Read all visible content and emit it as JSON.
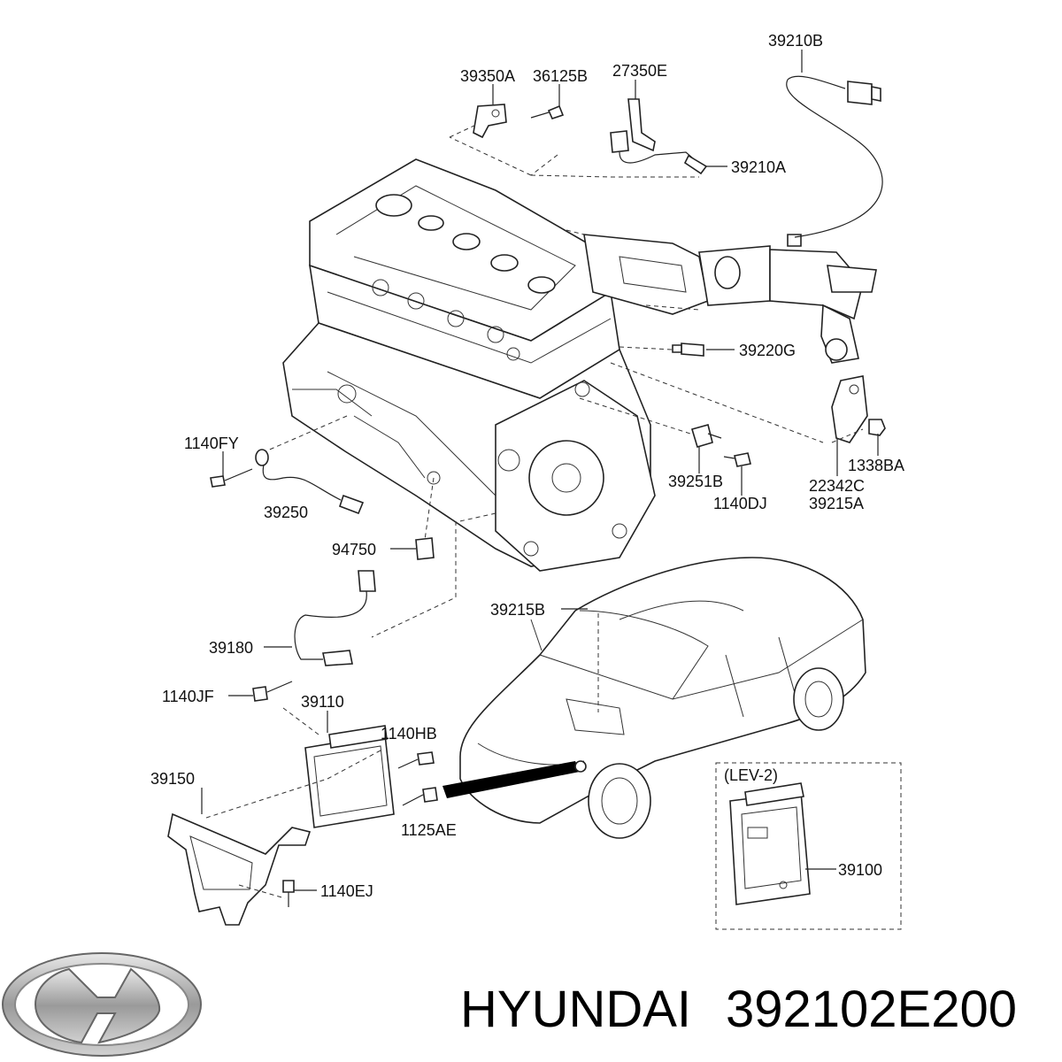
{
  "part_labels": {
    "p39210B": "39210B",
    "p39350A": "39350A",
    "p36125B": "36125B",
    "p27350E": "27350E",
    "p39210A": "39210A",
    "p39220G": "39220G",
    "p1140FY": "1140FY",
    "p39250": "39250",
    "p1338BA": "1338BA",
    "p39251B": "39251B",
    "p22342C": "22342C",
    "p1140DJ": "1140DJ",
    "p39215A": "39215A",
    "p94750": "94750",
    "p39215B": "39215B",
    "p39180": "39180",
    "p1140JF": "1140JF",
    "p39110": "39110",
    "p1140HB": "1140HB",
    "p39150": "39150",
    "p1125AE": "1125AE",
    "p1140EJ": "1140EJ",
    "lev2": "(LEV-2)",
    "p39100": "39100"
  },
  "footer": {
    "brand": "HYUNDAI",
    "part_number": "392102E200"
  },
  "logo": {
    "icon": "hyundai-logo-icon",
    "color": "#888888"
  }
}
